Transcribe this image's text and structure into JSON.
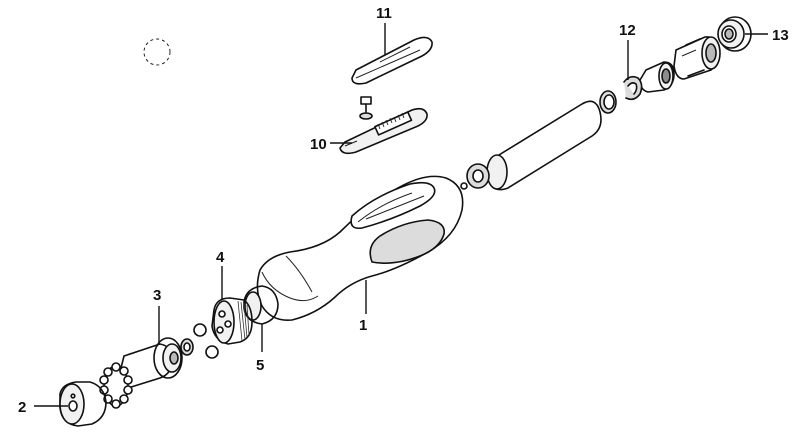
{
  "diagram": {
    "colors": {
      "ink": "#111111",
      "paper": "#ffffff",
      "shade": "#cfcfcf"
    },
    "callouts": [
      {
        "id": "1",
        "label": "1"
      },
      {
        "id": "2",
        "label": "2"
      },
      {
        "id": "3",
        "label": "3"
      },
      {
        "id": "4",
        "label": "4"
      },
      {
        "id": "5",
        "label": "5"
      },
      {
        "id": "10",
        "label": "10"
      },
      {
        "id": "11",
        "label": "11"
      },
      {
        "id": "12",
        "label": "12"
      },
      {
        "id": "13",
        "label": "13"
      }
    ]
  }
}
